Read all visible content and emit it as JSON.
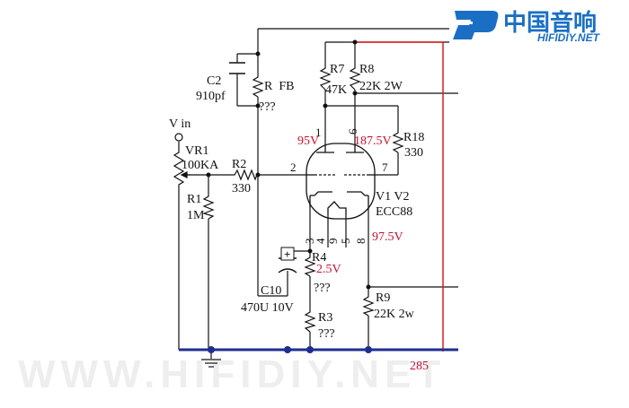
{
  "logo": {
    "cn_text": "中国音响",
    "url_text": "HIFIDIY.NET",
    "brand_color": "#1a6fc4"
  },
  "watermark": {
    "text": "WWW.HIFIDIY.NET"
  },
  "colors": {
    "wire": "#111111",
    "bus": "#1f2f8f",
    "supply": "#e21b1b",
    "voltage_label": "#c8102e"
  },
  "labels": {
    "vin": "V in",
    "vr1": "VR1",
    "vr1_value": "100KA",
    "r1": "R1",
    "r1_value": "1M",
    "r2": "R2",
    "r2_value": "330",
    "c2": "C2",
    "c2_value": "910pf",
    "rfb": "R  FB",
    "rfb_value": "???",
    "r7": "R7",
    "r7_value": "47K",
    "r8": "R8",
    "r8_value": "22K 2W",
    "r18": "R18",
    "r18_value": "330",
    "tube": "V1 V2",
    "tube_type": "ECC88",
    "r4": "R4",
    "r4_value": "???",
    "c10": "C10",
    "c10_value": "470U 10V",
    "r3": "R3",
    "r3_value": "???",
    "r9": "R9",
    "r9_value": "22K 2w",
    "pin_1": "1",
    "pin_2": "2",
    "pin_3": "3",
    "pin_4": "4",
    "pin_5": "5",
    "pin_6": "6",
    "pin_7": "7",
    "pin_8": "8",
    "pin_9": "9",
    "cap_plus": "+",
    "edge_mark": "285"
  },
  "voltages": {
    "plate_v1": "95V",
    "plate_v2": "187.5V",
    "cathode_v1": "2.5V",
    "cathode_v2": "97.5V"
  }
}
